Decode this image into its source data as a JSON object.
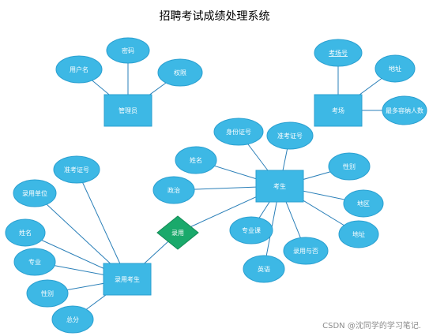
{
  "title": "招聘考试成绩处理系统",
  "watermark": "CSDN @沈同学的学习笔记.",
  "colors": {
    "node": "#3db8e5",
    "node_stroke": "#2a9fd0",
    "diamond": "#1aa96b",
    "diamond_stroke": "#138a55",
    "line": "#2a7fb8",
    "text": "#ffffff"
  },
  "diagram": {
    "entities": [
      {
        "id": "admin",
        "label": "管理员"
      },
      {
        "id": "exam_room",
        "label": "考场"
      },
      {
        "id": "examinee",
        "label": "考生"
      },
      {
        "id": "hired",
        "label": "录用考生"
      }
    ],
    "relationships": [
      {
        "id": "hire",
        "label": "录用"
      }
    ],
    "attributes": [
      {
        "id": "a_user",
        "label": "用户名",
        "of": "admin"
      },
      {
        "id": "a_pwd",
        "label": "密码",
        "of": "admin"
      },
      {
        "id": "a_perm",
        "label": "权限",
        "of": "admin"
      },
      {
        "id": "r_no",
        "label": "考场号",
        "underline": true,
        "of": "exam_room"
      },
      {
        "id": "r_addr",
        "label": "地址",
        "of": "exam_room"
      },
      {
        "id": "r_max",
        "label": "最多容纳人数",
        "of": "exam_room"
      },
      {
        "id": "e_id",
        "label": "身份证号",
        "of": "examinee"
      },
      {
        "id": "e_ticket",
        "label": "准考证号",
        "of": "examinee"
      },
      {
        "id": "e_name",
        "label": "姓名",
        "of": "examinee"
      },
      {
        "id": "e_sex",
        "label": "性别",
        "of": "examinee"
      },
      {
        "id": "e_politics",
        "label": "政治",
        "of": "examinee"
      },
      {
        "id": "e_area",
        "label": "地区",
        "of": "examinee"
      },
      {
        "id": "e_addr",
        "label": "地址",
        "of": "examinee"
      },
      {
        "id": "e_major",
        "label": "专业课",
        "of": "examinee"
      },
      {
        "id": "e_english",
        "label": "英语",
        "of": "examinee"
      },
      {
        "id": "e_status",
        "label": "录用与否",
        "of": "examinee"
      },
      {
        "id": "h_ticket",
        "label": "准考证号",
        "of": "hired"
      },
      {
        "id": "h_unit",
        "label": "录用单位",
        "of": "hired"
      },
      {
        "id": "h_name",
        "label": "姓名",
        "of": "hired"
      },
      {
        "id": "h_major",
        "label": "专业",
        "of": "hired"
      },
      {
        "id": "h_sex",
        "label": "性别",
        "of": "hired"
      },
      {
        "id": "h_score",
        "label": "总分",
        "of": "hired"
      }
    ],
    "links": [
      [
        "hire",
        "examinee"
      ],
      [
        "hire",
        "hired"
      ]
    ]
  }
}
